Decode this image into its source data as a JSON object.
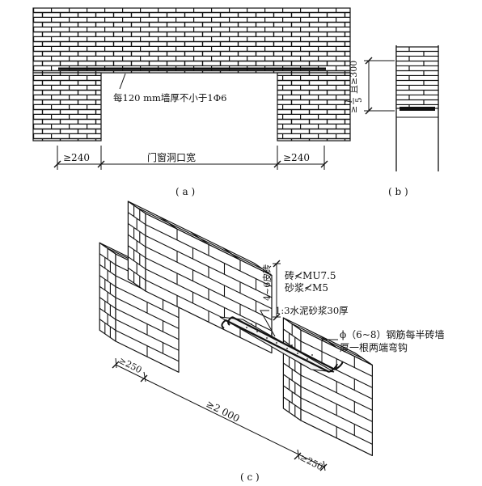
{
  "figure_a": {
    "caption": "( a )",
    "rebar_note": "每120 mm墙厚不小于1Φ6",
    "dim_left": "≥240",
    "dim_right": "≥240",
    "opening_width": "门窗洞口宽"
  },
  "figure_b": {
    "caption": "( b )",
    "dim_lower": "≥",
    "fraction_num": "l",
    "fraction_den": "5",
    "dim_upper": "且≥300"
  },
  "figure_c": {
    "caption": "( c )",
    "course_height": "4~6皮砖",
    "brick_grade": "砖≮MU7.5",
    "mortar_grade": "砂浆≮M5",
    "mortar_bed": "1:3水泥砂浆30厚",
    "rebar_line1": "ϕ（6~8）钢筋每半砖墙",
    "rebar_line2": "厚一根两端弯钩",
    "dim_left": "≥250",
    "dim_span": "≥2 000",
    "dim_right": "≥250"
  },
  "colors": {
    "ink": "#111111",
    "background": "#ffffff"
  }
}
